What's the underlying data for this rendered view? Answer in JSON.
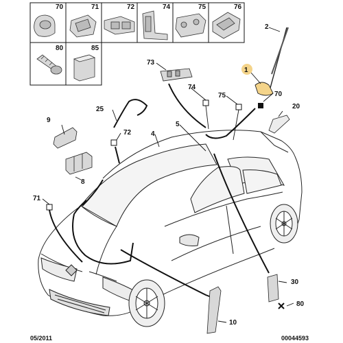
{
  "parts_table": {
    "row1": [
      "70",
      "71",
      "72",
      "74",
      "75",
      "76"
    ],
    "row2": [
      "80",
      "85"
    ]
  },
  "callouts": {
    "c1": "1",
    "c2": "2",
    "c4": "4",
    "c5": "5",
    "c8": "8",
    "c9": "9",
    "c10": "10",
    "c20": "20",
    "c25": "25",
    "c30": "30",
    "c70": "70",
    "c71": "71",
    "c72": "72",
    "c73": "73",
    "c74": "74",
    "c75": "75",
    "c80": "80"
  },
  "footer": {
    "date": "05/2011",
    "ref": "00044593"
  },
  "colors": {
    "line": "#111111",
    "part_fill": "#d8d8d8",
    "highlight": "#f4d48a"
  }
}
